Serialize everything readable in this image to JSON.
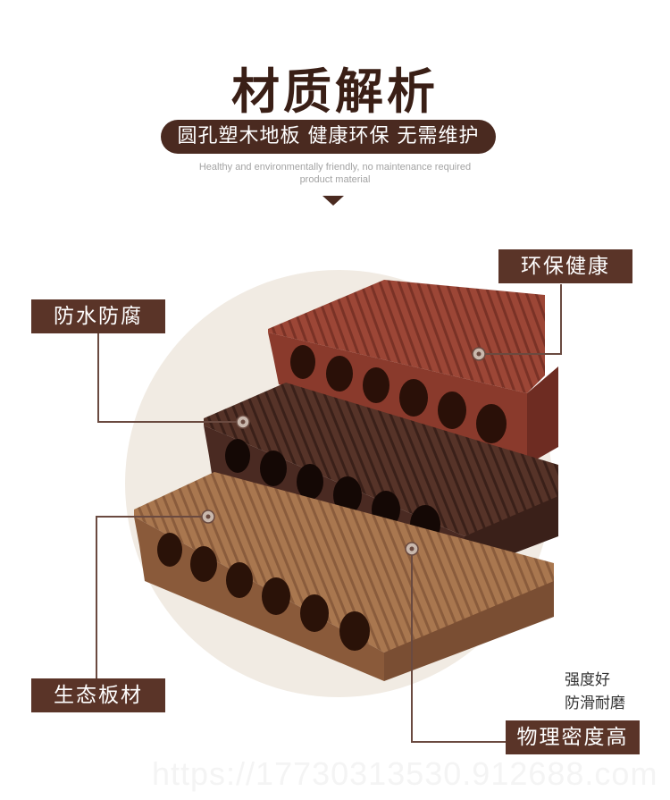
{
  "header": {
    "title": "材质解析",
    "pill": "圆孔塑木地板 健康环保 无需维护",
    "sub_line1": "Healthy and environmentally friendly, no maintenance required",
    "sub_line2": "product material"
  },
  "callouts": {
    "waterproof": "防水防腐",
    "eco": "环保健康",
    "ecological": "生态板材",
    "physical": "物理密度高"
  },
  "notes": {
    "line1": "强度好",
    "line2": "防滑耐磨"
  },
  "watermark": "https://17730313530.912688.com",
  "colors": {
    "title": "#3a1f16",
    "tag_bg": "#5a3428",
    "board_red": "#8f3e30",
    "board_dark": "#4a2a22",
    "board_light": "#9a6a4a"
  }
}
